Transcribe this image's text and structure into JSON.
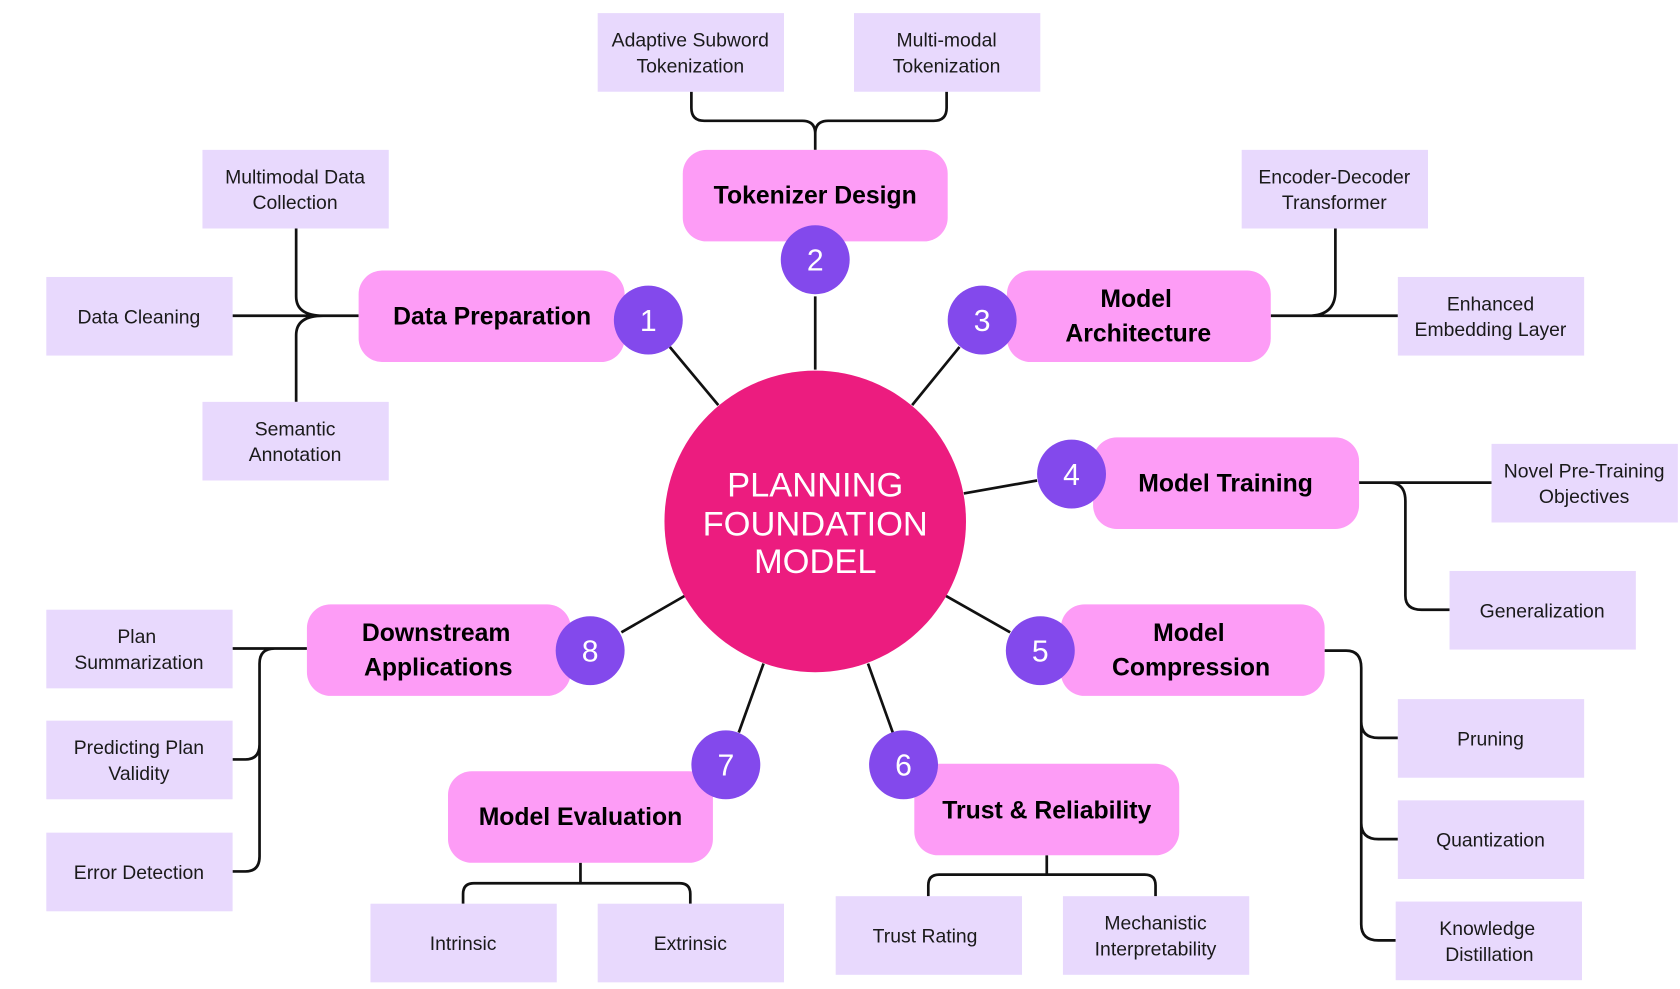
{
  "center": {
    "lines": [
      "PLANNING",
      "FOUNDATION",
      "MODEL"
    ],
    "color": "#ec1c7f"
  },
  "colors": {
    "main": "#fd9cf6",
    "badge": "#8349ec",
    "leaf": "#e8d9fd"
  },
  "branches": [
    {
      "number": "1",
      "title": [
        "Data Preparation"
      ],
      "leaves": [
        [
          "Multimodal Data",
          "Collection"
        ],
        [
          "Data Cleaning"
        ],
        [
          "Semantic",
          "Annotation"
        ]
      ]
    },
    {
      "number": "2",
      "title": [
        "Tokenizer Design"
      ],
      "leaves": [
        [
          "Adaptive Subword",
          "Tokenization"
        ],
        [
          "Multi-modal",
          "Tokenization"
        ]
      ]
    },
    {
      "number": "3",
      "title": [
        "Model",
        "Architecture"
      ],
      "leaves": [
        [
          "Encoder-Decoder",
          "Transformer"
        ],
        [
          "Enhanced",
          "Embedding Layer"
        ]
      ]
    },
    {
      "number": "4",
      "title": [
        "Model Training"
      ],
      "leaves": [
        [
          "Novel Pre-Training",
          "Objectives"
        ],
        [
          "Generalization"
        ]
      ]
    },
    {
      "number": "5",
      "title": [
        "Model",
        "Compression"
      ],
      "leaves": [
        [
          "Pruning"
        ],
        [
          "Quantization"
        ],
        [
          "Knowledge",
          "Distillation"
        ]
      ]
    },
    {
      "number": "6",
      "title": [
        "Trust & Reliability"
      ],
      "leaves": [
        [
          "Trust Rating"
        ],
        [
          "Mechanistic",
          "Interpretability"
        ]
      ]
    },
    {
      "number": "7",
      "title": [
        "Model Evaluation"
      ],
      "leaves": [
        [
          "Intrinsic"
        ],
        [
          "Extrinsic"
        ]
      ]
    },
    {
      "number": "8",
      "title": [
        "Downstream",
        "Applications"
      ],
      "leaves": [
        [
          "Plan",
          "Summarization"
        ],
        [
          "Predicting Plan",
          "Validity"
        ],
        [
          "Error Detection"
        ]
      ]
    }
  ]
}
